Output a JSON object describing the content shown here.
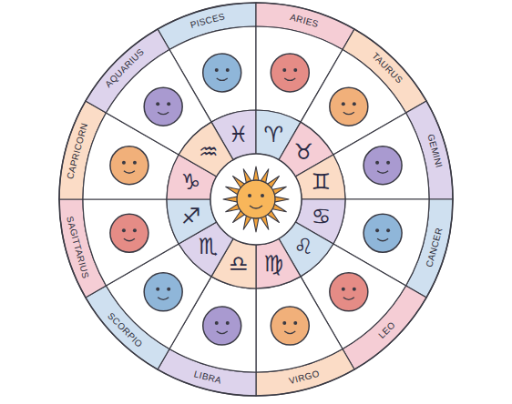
{
  "diagram": {
    "labels": [
      "PISCES",
      "ARIES",
      "TAURUS",
      "GEMINI",
      "CANCER",
      "LEO",
      "VIRGO",
      "LIBRA",
      "SCORPIO",
      "SAGITTARIUS",
      "CAPRICORN",
      "AQUARIUS",
      "♓",
      "♈",
      "♉",
      "♊",
      "♋",
      "♌",
      "♍",
      "♎",
      "♏",
      "♐",
      "♑",
      "♒"
    ]
  }
}
